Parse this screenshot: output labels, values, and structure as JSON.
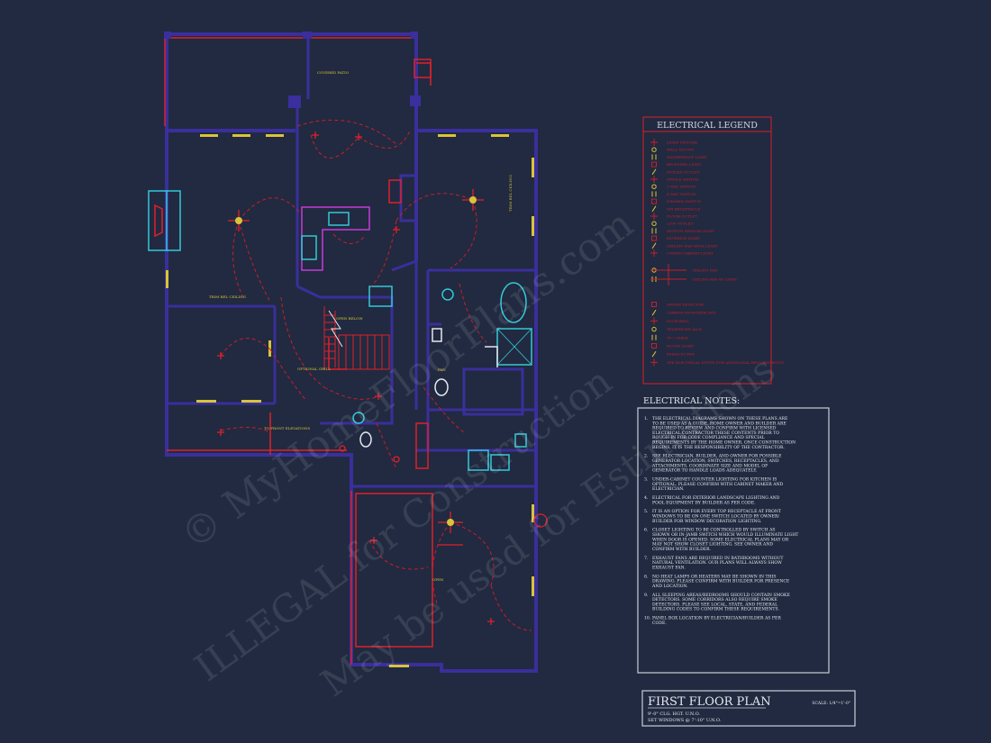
{
  "colors": {
    "background": "#212a40",
    "wall": "#3a2f9c",
    "wall_red": "#e0202a",
    "circuit": "#c81e2c",
    "fixture_yellow": "#d8c43a",
    "cyan": "#34c8d8",
    "magenta": "#c83ad8",
    "legend_border": "#d8202c",
    "notes_border": "#c9cdd8",
    "text_light": "#e6e8ef"
  },
  "plan": {
    "room_labels": [
      "COVERED PATIO",
      "TRIM BEL CEILING",
      "TRIM BEL CEILING",
      "OPTIONAL GRILL",
      "OPEN BELOW",
      "PAN",
      "TO FRONT ELEVATIONS",
      "OPEN"
    ]
  },
  "legend": {
    "title": "ELECTRICAL LEGEND",
    "items": [
      "LIGHT FIXTURE",
      "WALL MOUNT",
      "WATERPROOF LIGHT",
      "RECESSED LIGHT",
      "DUPLEX OUTLET",
      "SINGLE SWITCH",
      "3 WAY SWITCH",
      "4 WAY SWITCH",
      "DIMMER SWITCH",
      "GFI RECEPTACLE",
      "FLOOR OUTLET",
      "220V OUTLET",
      "MOTION SENSOR LIGHT",
      "EXTERIOR LIGHT",
      "CEILING FAN WITH LIGHT",
      "UNDER CABINET LIGHT",
      "CEILING FAN",
      "CEILING FAN W/ LIGHT",
      "SMOKE DETECTOR",
      "CARBON MONOXIDE DET.",
      "DOOR BELL",
      "TELEPHONE JACK",
      "TV / CABLE",
      "FLOOD LIGHT",
      "EXHAUST FAN",
      "SEE ELECTRICAL NOTES FOR ADDITIONAL REQUIREMENTS"
    ]
  },
  "notes": {
    "title": "ELECTRICAL NOTES:",
    "items": [
      {
        "num": "1.",
        "lines": [
          "THE ELECTRICAL DIAGRAMS SHOWN ON THESE PLANS ARE",
          "TO BE USED AS A GUIDE. HOME OWNER AND BUILDER ARE",
          "REQUIRED TO REVIEW AND CONFIRM WITH LICENSED",
          "ELECTRICAL CONTRACTOR THESE CONTENTS PRIOR TO",
          "ROUGH-IN FOR CODE COMPLIANCE AND SPECIAL",
          "REQUIREMENTS BY THE HOME OWNER. ONCE CONSTRUCTION",
          "BEGINS, IT IS THE RESPONSIBILITY OF THE CONTRACTOR."
        ]
      },
      {
        "num": "2.",
        "lines": [
          "SEE ELECTRICIAN, BUILDER, AND OWNER FOR POSSIBLE",
          "GENERATOR LOCATION, SWITCHES, RECEPTACLES, AND",
          "ATTACHMENTS. COORDINATE SIZE AND MODEL OF",
          "GENERATOR TO HANDLE LOADS ADEQUATELY."
        ]
      },
      {
        "num": "3.",
        "lines": [
          "UNDER-CABINET COUNTER LIGHTING FOR KITCHEN IS",
          "OPTIONAL. PLEASE CONFIRM WITH CABINET MAKER AND",
          "ELECTRICIAN."
        ]
      },
      {
        "num": "4.",
        "lines": [
          "ELECTRICAL FOR EXTERIOR LANDSCAPE LIGHTING AND",
          "POOL EQUIPMENT BY BUILDER AS PER CODE."
        ]
      },
      {
        "num": "5.",
        "lines": [
          "IT IS AN OPTION FOR EVERY TOP RECEPTACLE AT FRONT",
          "WINDOWS TO BE ON ONE SWITCH LOCATED BY OWNER/",
          "BUILDER FOR WINDOW DECORATION LIGHTING."
        ]
      },
      {
        "num": "6.",
        "lines": [
          "CLOSET LIGHTING TO BE CONTROLLED BY SWITCH AS",
          "SHOWN OR IN-JAMB SWITCH WHICH WOULD ILLUMINATE LIGHT",
          "WHEN DOOR IS OPENED. SOME ELECTRICAL PLANS MAY OR",
          "MAY NOT SHOW CLOSET LIGHTING. SEE OWNER AND",
          "CONFIRM WITH BUILDER."
        ]
      },
      {
        "num": "7.",
        "lines": [
          "EXHAUST FANS ARE REQUIRED IN BATHROOMS WITHOUT",
          "NATURAL VENTILATION. OUR PLANS WILL ALWAYS SHOW",
          "EXHAUST FAN."
        ]
      },
      {
        "num": "8.",
        "lines": [
          "NO HEAT LAMPS OR HEATERS MAY BE SHOWN IN THIS",
          "DRAWING. PLEASE CONFIRM WITH BUILDER FOR PRESENCE",
          "AND LOCATION."
        ]
      },
      {
        "num": "9.",
        "lines": [
          "ALL SLEEPING AREAS/BEDROOMS SHOULD CONTAIN SMOKE",
          "DETECTORS. SOME CORRIDORS ALSO REQUIRE SMOKE",
          "DETECTORS. PLEASE SEE LOCAL, STATE, AND FEDERAL",
          "BUILDING CODES TO CONFIRM THESE REQUIREMENTS."
        ]
      },
      {
        "num": "10.",
        "lines": [
          "PANEL BOX LOCATION BY ELECTRICIAN/BUILDER AS PER",
          "CODE."
        ]
      }
    ]
  },
  "title_block": {
    "title": "FIRST FLOOR PLAN",
    "scale": "SCALE: 1/4\"=1'-0\"",
    "line1": "9'-0\" CLG. HGT. U.N.O.",
    "line2": "SET WINDOWS @ 7'-10\" U.N.O."
  },
  "watermarks": [
    "© MyHomeFloorPlans.com",
    "ILLEGAL for Construction",
    "May be used for Estimations"
  ]
}
